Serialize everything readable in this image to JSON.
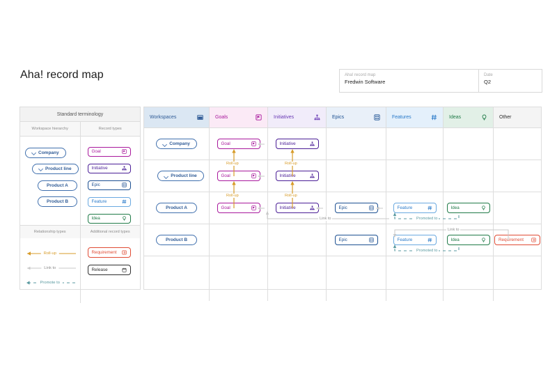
{
  "page": {
    "title": "Aha! record map"
  },
  "title_block": {
    "name_label": "Aha! record map",
    "name_value": "Fredwin Software",
    "date_label": "Date",
    "date_value": "Q2"
  },
  "legend": {
    "heading": "Standard terminology",
    "sub_left": "Workspace hierarchy",
    "sub_right": "Record types",
    "hierarchy": [
      {
        "label": "Company",
        "expandable": true,
        "indent": 0
      },
      {
        "label": "Product line",
        "expandable": true,
        "indent": 1
      },
      {
        "label": "Product A",
        "expandable": false,
        "indent": 2
      },
      {
        "label": "Product B",
        "expandable": false,
        "indent": 2
      }
    ],
    "record_types": [
      {
        "label": "Goal",
        "icon": "goal-flag-icon",
        "color": "#a8189c"
      },
      {
        "label": "Initiative",
        "icon": "initiative-hierarchy-icon",
        "color": "#4a1d96"
      },
      {
        "label": "Epic",
        "icon": "epic-grid-icon",
        "color": "#1b4f91"
      },
      {
        "label": "Feature",
        "icon": "feature-hash-icon",
        "color": "#2879c9"
      },
      {
        "label": "Idea",
        "icon": "idea-bulb-icon",
        "color": "#1f7a47"
      }
    ],
    "sub_left2": "Relationship types",
    "sub_right2": "Additional record types",
    "relationships": [
      {
        "label": "Roll-up",
        "color": "#d79b28",
        "style": "solid"
      },
      {
        "label": "Link to",
        "color": "#b4b4b4",
        "style": "solid"
      },
      {
        "label": "Promote to",
        "color": "#5a9aa0",
        "style": "dashed"
      }
    ],
    "additional_record_types": [
      {
        "label": "Requirement",
        "icon": "requirement-list-icon",
        "color": "#e04b34"
      },
      {
        "label": "Release",
        "icon": "release-calendar-icon",
        "color": "#2f2f2f"
      }
    ]
  },
  "grid": {
    "columns": [
      {
        "key": "workspaces",
        "label": "Workspaces",
        "icon": "workspace-window-icon"
      },
      {
        "key": "goals",
        "label": "Goals",
        "icon": "goal-flag-icon"
      },
      {
        "key": "initiatives",
        "label": "Initiatives",
        "icon": "initiative-hierarchy-icon"
      },
      {
        "key": "epics",
        "label": "Epics",
        "icon": "epic-grid-icon"
      },
      {
        "key": "features",
        "label": "Features",
        "icon": "feature-hash-icon"
      },
      {
        "key": "ideas",
        "label": "Ideas",
        "icon": "idea-bulb-icon"
      },
      {
        "key": "other",
        "label": "Other",
        "icon": ""
      }
    ],
    "rows": [
      {
        "workspace": "Company",
        "workspace_expandable": true,
        "workspace_indent": 0,
        "goal": "Goal",
        "initiative": "Initiative",
        "epic": "",
        "feature": "",
        "idea": "",
        "other": ""
      },
      {
        "workspace": "Product line",
        "workspace_expandable": true,
        "workspace_indent": 1,
        "goal": "Goal",
        "initiative": "Initiative",
        "epic": "",
        "feature": "",
        "idea": "",
        "other": ""
      },
      {
        "workspace": "Product A",
        "workspace_expandable": false,
        "workspace_indent": 2,
        "goal": "Goal",
        "initiative": "Initiative",
        "epic": "Epic",
        "feature": "Feature",
        "idea": "Idea",
        "other": ""
      },
      {
        "workspace": "Product B",
        "workspace_expandable": false,
        "workspace_indent": 2,
        "goal": "",
        "initiative": "",
        "epic": "Epic",
        "feature": "Feature",
        "idea": "Idea",
        "other": "Requirement"
      },
      {
        "workspace": "",
        "workspace_expandable": false,
        "workspace_indent": 0,
        "goal": "",
        "initiative": "",
        "epic": "",
        "feature": "",
        "idea": "",
        "other": ""
      }
    ],
    "connector_labels": {
      "rollup": "Roll-up",
      "link_to": "Link to",
      "promoted_to": "Promoted to"
    }
  },
  "colors": {
    "goal": "#a8189c",
    "initiative": "#4a1d96",
    "epic": "#1b4f91",
    "feature": "#2879c9",
    "idea": "#1f7a47",
    "requirement": "#e04b34",
    "release": "#2f2f2f",
    "workspace": "#2f5b96",
    "rollup": "#d79b28",
    "link": "#b4b4b4",
    "promote": "#5a9aa0"
  }
}
